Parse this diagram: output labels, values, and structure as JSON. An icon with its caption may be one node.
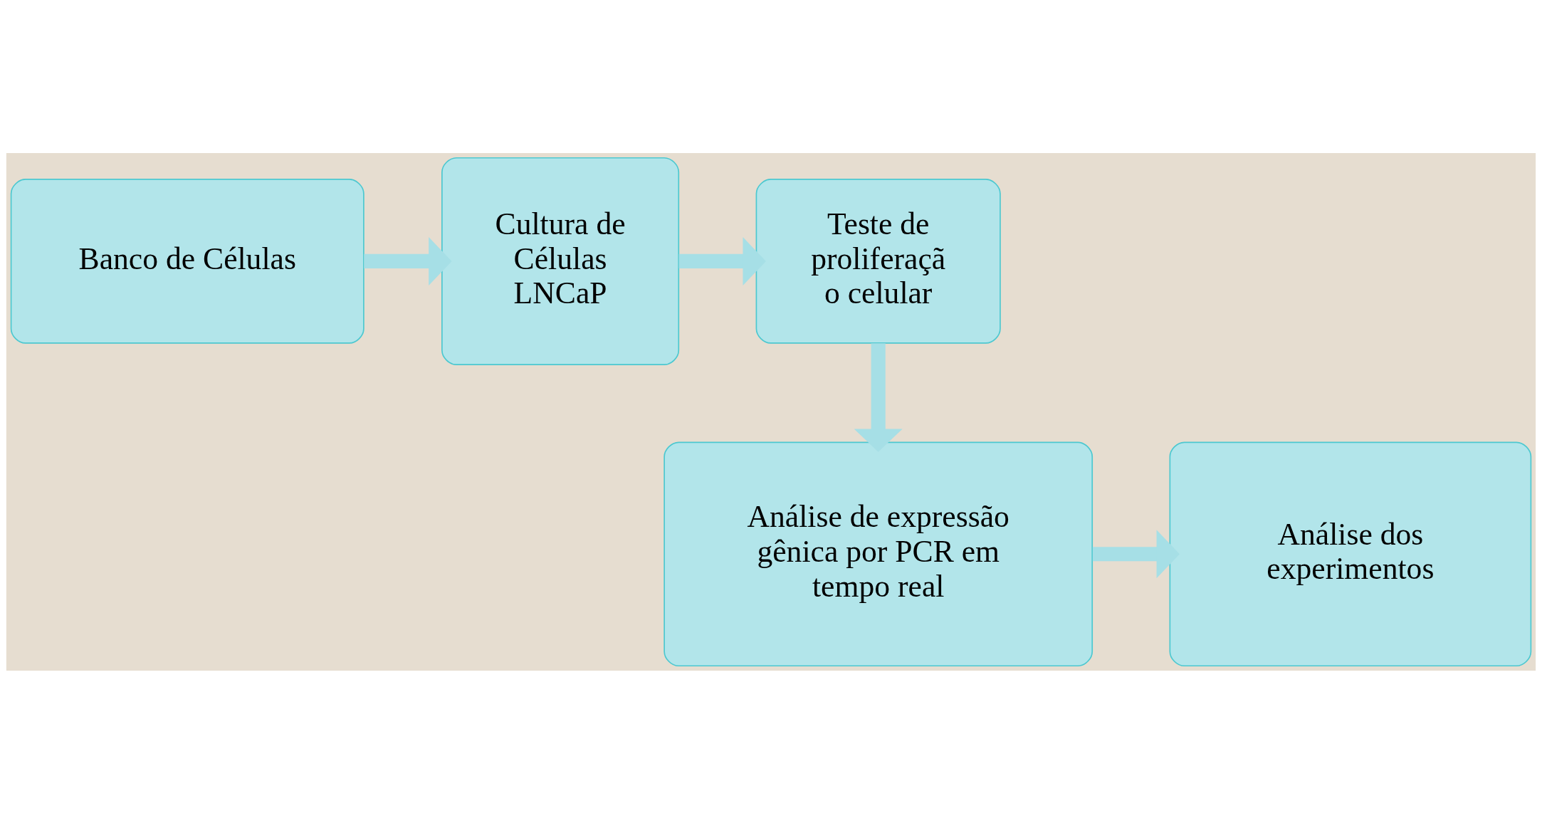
{
  "diagram": {
    "nodes": [
      {
        "text": [
          "Banco de Células"
        ]
      },
      {
        "text": [
          "Cultura de Células LNCaP"
        ]
      },
      {
        "text": [
          "Teste de proliferaçã o celular"
        ]
      },
      {
        "text": [
          "Análise de expressão gênica por PCR em tempo real"
        ]
      },
      {
        "text": [
          "Análise dos experimentos"
        ]
      }
    ],
    "edges": [
      {
        "from": 0,
        "to": 1,
        "arrow": "to"
      },
      {
        "from": 1,
        "to": 2,
        "arrow": "to"
      },
      {
        "from": 2,
        "to": 3,
        "arrow": "to"
      },
      {
        "from": 3,
        "to": 4,
        "arrow": "to"
      }
    ]
  }
}
